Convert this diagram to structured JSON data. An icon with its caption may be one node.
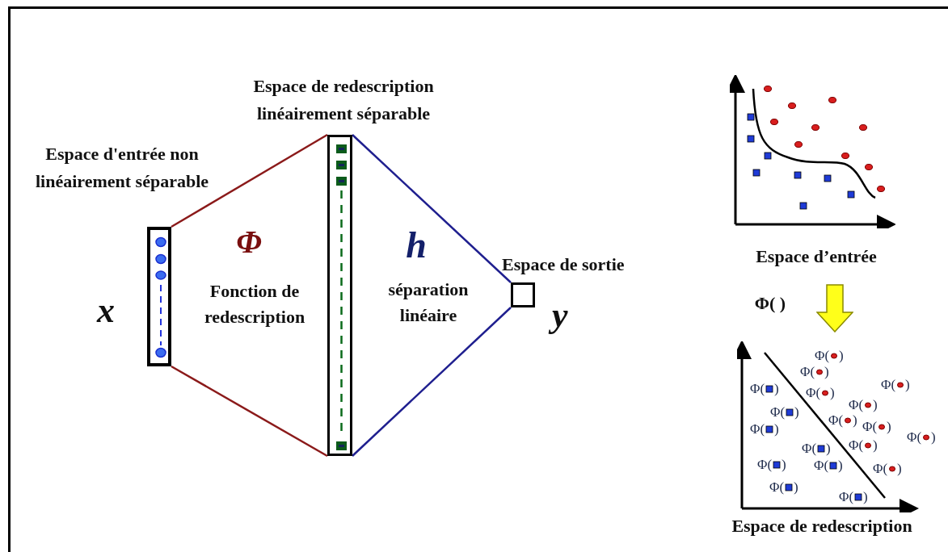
{
  "diagram": {
    "nodes": [
      {
        "text": [
          "Espace d'entrée non linéairement séparable"
        ],
        "beside": [
          "x"
        ]
      },
      {
        "text": [
          "Espace de redescription linéairement séparable"
        ]
      },
      {
        "text": [
          "Espace de sortie"
        ],
        "beside": [
          "y"
        ]
      }
    ],
    "edges": [
      {
        "from": 0,
        "to": 1,
        "arrow": "none",
        "color": "#8b1a1a"
      },
      {
        "from": 0,
        "to": 1,
        "arrow": "none",
        "color": "#8b1a1a"
      },
      {
        "from": 1,
        "to": 2,
        "arrow": "none",
        "color": "#1f1f8f"
      },
      {
        "from": 1,
        "to": 2,
        "arrow": "none",
        "color": "#1f1f8f"
      }
    ],
    "labels": [
      "Φ",
      "Fonction de redescription",
      "h",
      "séparation linéaire",
      "Espace d’entrée",
      "Φ( )",
      "Espace de redescription",
      "Φ(",
      ")",
      "Φ(",
      ")",
      "Φ(",
      ")",
      "Φ(",
      ")",
      "Φ(",
      ")",
      "Φ(",
      ")",
      "Φ(",
      ")",
      "Φ(",
      ")",
      "Φ(",
      ")",
      "Φ(",
      ")",
      "Φ(",
      ")",
      "Φ(",
      ")",
      "Φ(",
      ")",
      "Φ(",
      ")",
      "Φ(",
      ")",
      "Φ(",
      ")",
      "Φ(",
      ")",
      "Φ(",
      ")"
    ]
  }
}
